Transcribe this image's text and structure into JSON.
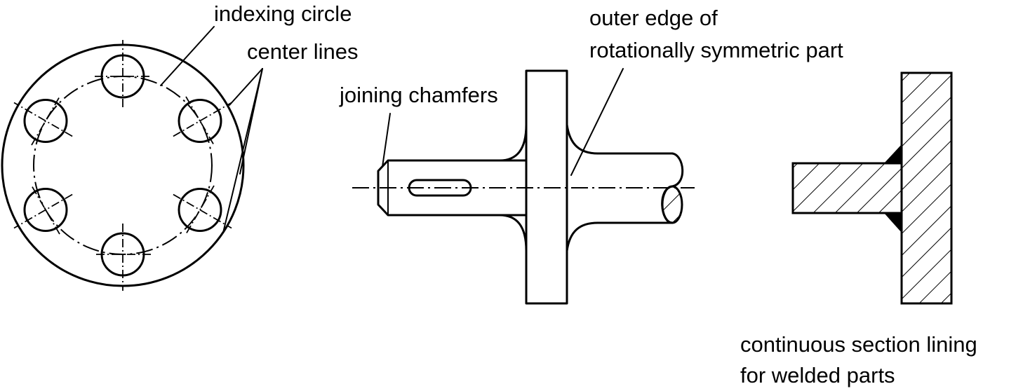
{
  "labels": {
    "indexing_circle": "indexing circle",
    "center_lines": "center lines",
    "joining_chamfers": "joining chamfers",
    "outer_edge_line1": "outer edge of",
    "outer_edge_line2": "rotationally symmetric part",
    "welded_line1": "continuous section lining",
    "welded_line2": "for welded parts"
  },
  "colors": {
    "ink": "#000000",
    "background": "#ffffff"
  }
}
